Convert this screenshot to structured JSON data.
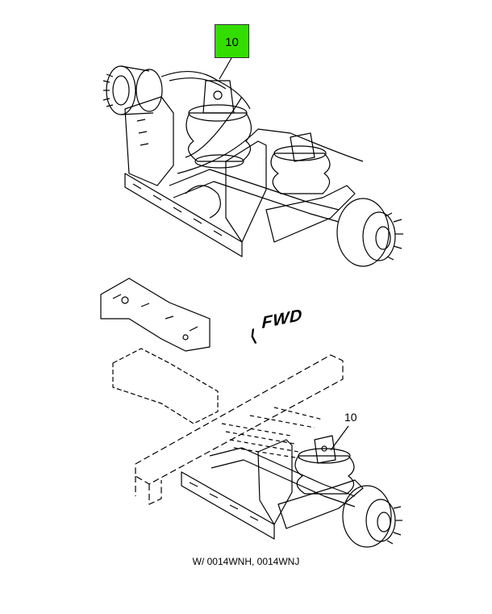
{
  "callouts": {
    "top": {
      "label": "10",
      "highlight_color": "#33dd00"
    },
    "bottom": {
      "label": "10"
    }
  },
  "direction_label": "FWD",
  "caption": "W/ 0014WNH, 0014WNJ",
  "footer": {
    "left": "",
    "right": ""
  }
}
